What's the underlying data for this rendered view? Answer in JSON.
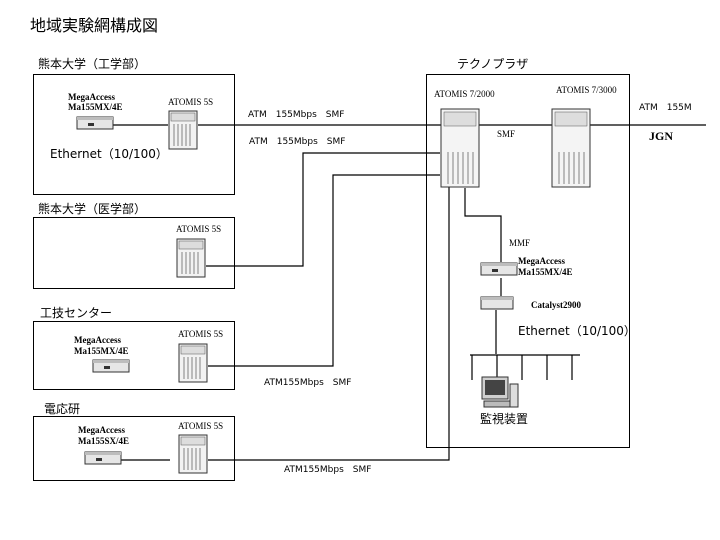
{
  "title": "地域実験網構成図",
  "sites": {
    "kumamoto_eng": {
      "label": "熊本大学（工学部）",
      "device_name": "MegaAccess",
      "device_model": "Ma155MX/4E",
      "switch": "ATOMIS 5S",
      "ethernet": "Ethernet（10/100）"
    },
    "kumamoto_med": {
      "label": "熊本大学（医学部）",
      "switch": "ATOMIS 5S"
    },
    "kougi_center": {
      "label": "工技センター",
      "device_name": "MegaAccess",
      "device_model": "Ma155MX/4E",
      "switch": "ATOMIS 5S"
    },
    "denoken": {
      "label": "電応研",
      "device_name": "MegaAccess",
      "device_model": "Ma155SX/4E",
      "switch": "ATOMIS 5S"
    },
    "technoplaza": {
      "label": "テクノプラザ",
      "switch_a": "ATOMIS 7/2000",
      "switch_b": "ATOMIS 7/3000",
      "smf": "SMF",
      "mmf": "MMF",
      "device_name": "MegaAccess",
      "device_model": "Ma155MX/4E",
      "catalyst": "Catalyst2900",
      "ethernet": "Ethernet（10/100）",
      "monitor": "監視装置"
    }
  },
  "links": {
    "l1": "ATM　155Mbps　SMF",
    "l2": "ATM　155Mbps　SMF",
    "l3": "ATM155Mbps　SMF",
    "l4": "ATM155Mbps　SMF",
    "jgn_speed": "ATM　155M",
    "jgn": "JGN"
  }
}
